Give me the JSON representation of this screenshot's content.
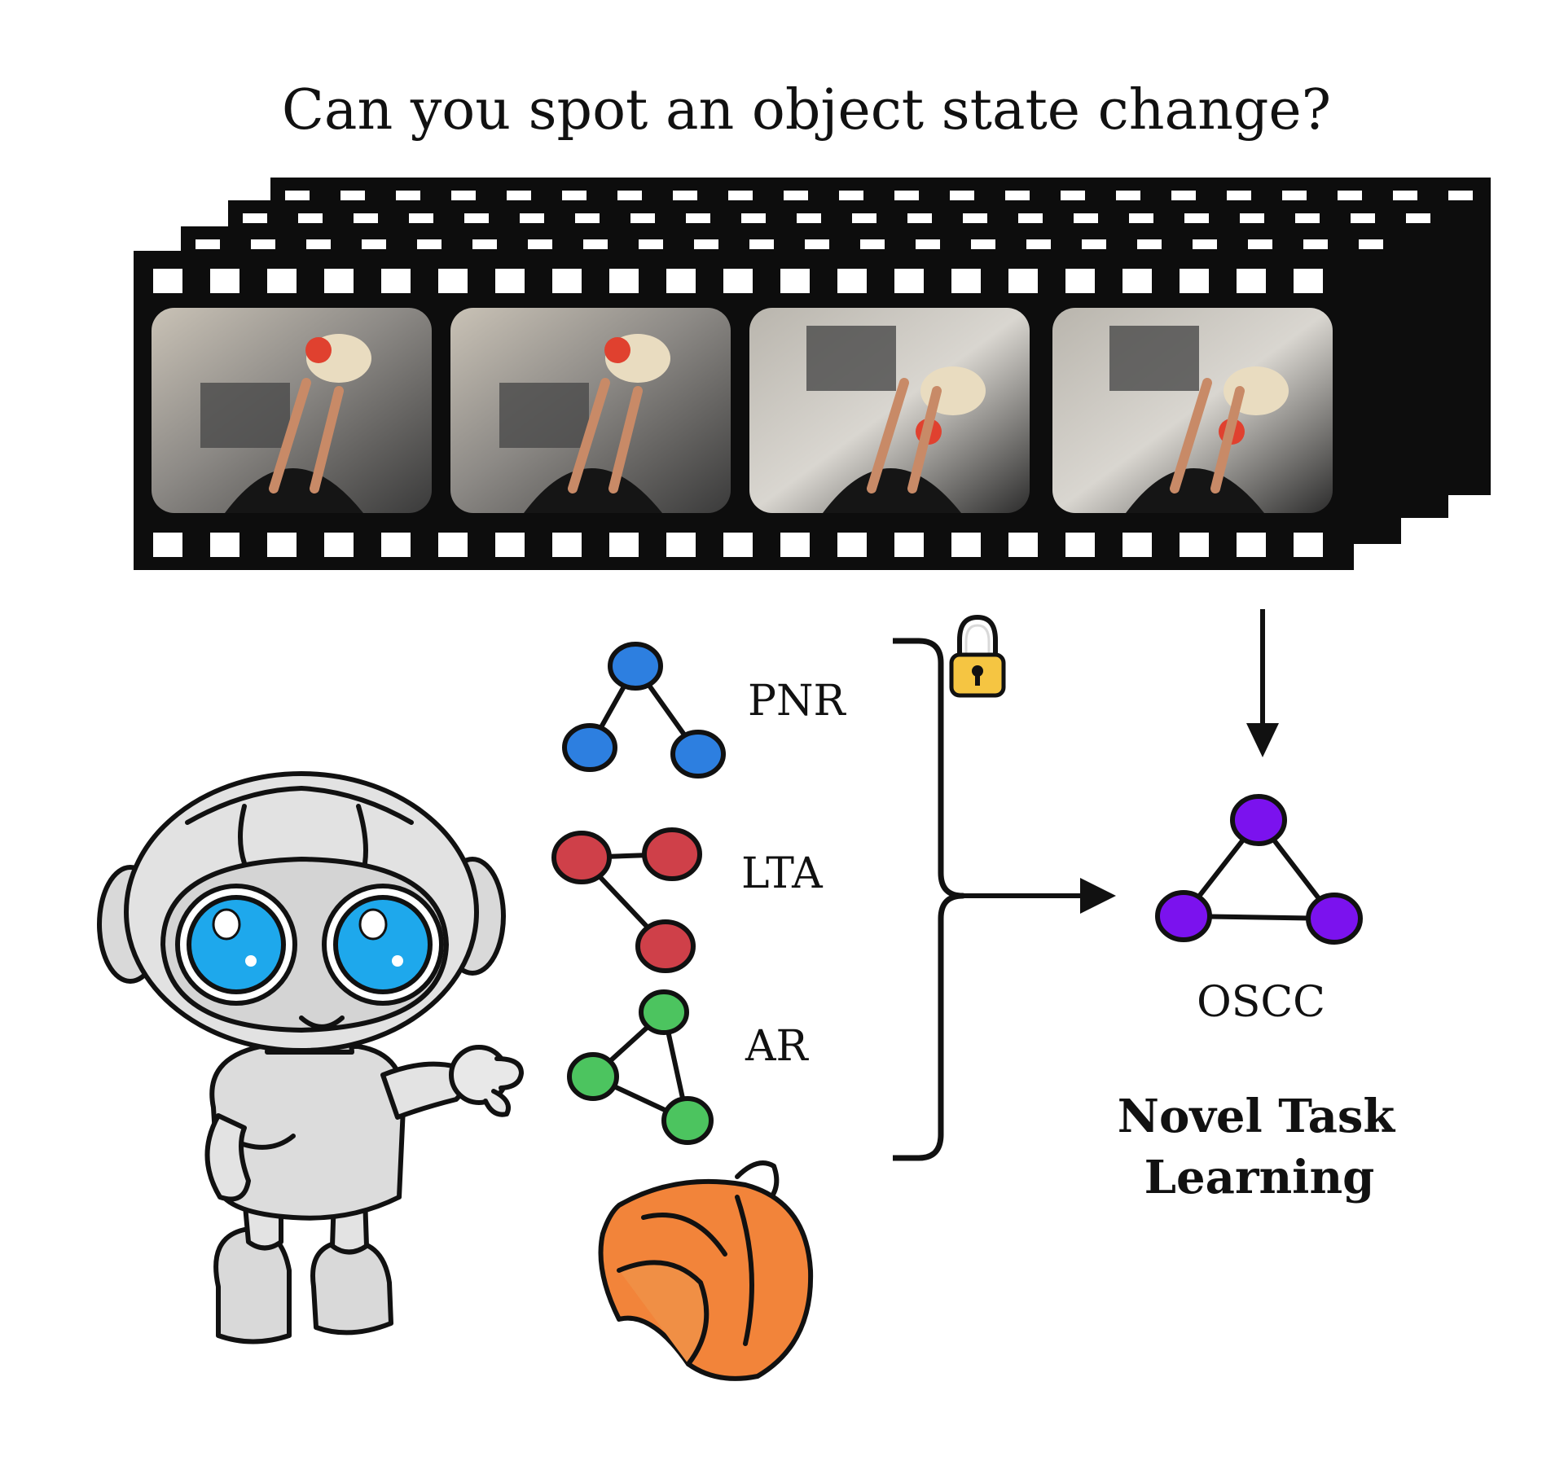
{
  "title": "Can you spot an object state change?",
  "known_tasks": [
    {
      "label": "PNR",
      "color": "#2d7fe0"
    },
    {
      "label": "LTA",
      "color": "#cf4049"
    },
    {
      "label": "AR",
      "color": "#4cc45f"
    }
  ],
  "new_task": {
    "label": "OSCC",
    "color": "#7b12ee"
  },
  "caption_lines": [
    "Novel Task",
    "Learning"
  ],
  "icons": {
    "lock": "lock-icon",
    "robot": "robot-illustration",
    "backpack": "backpack-icon"
  },
  "colors": {
    "film": "#0d0d0d",
    "lock": "#f5c542",
    "backpack": "#f2843a",
    "robot_eye": "#1ea8ec"
  }
}
